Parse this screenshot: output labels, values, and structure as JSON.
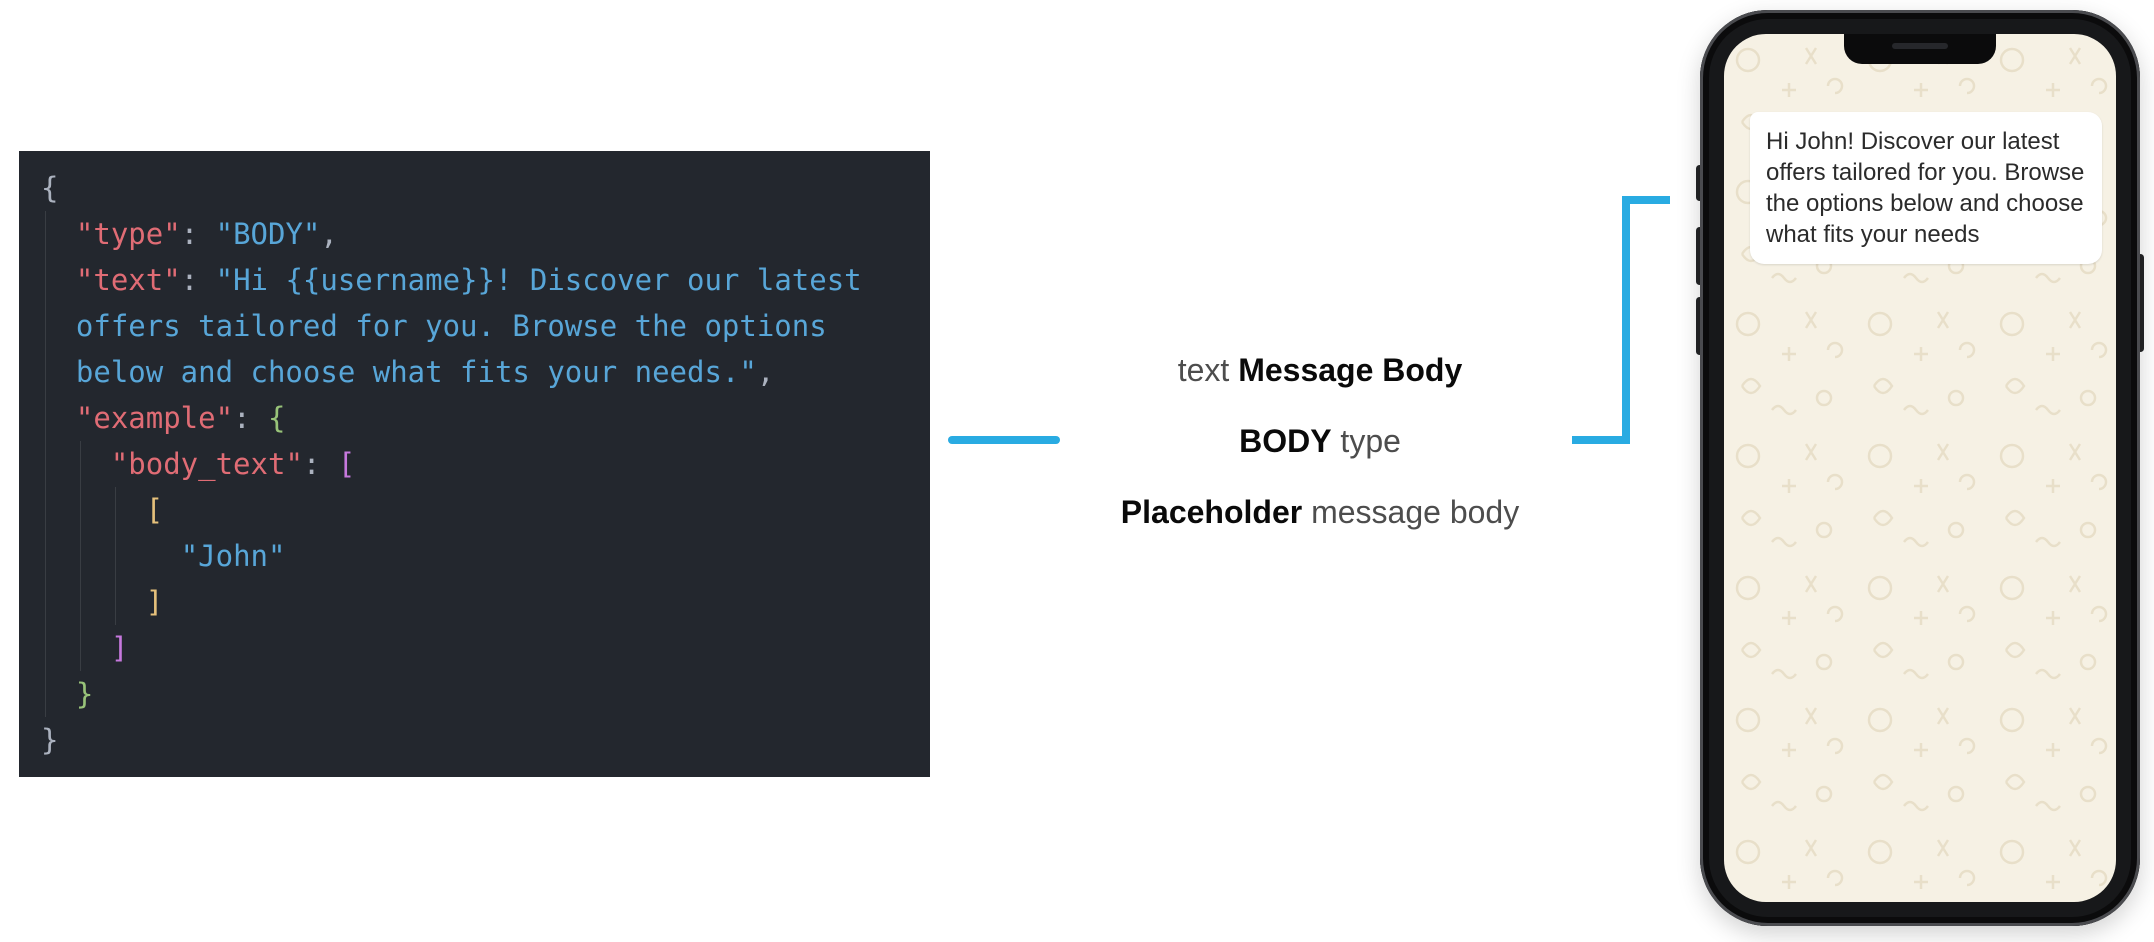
{
  "colors": {
    "accent_blue": "#29ABE2",
    "code_background": "#23272E",
    "code_key": "#E06C75",
    "code_string": "#58A6D8",
    "code_punctuation": "#ABB2BF",
    "bracket_green": "#98C379",
    "bracket_purple": "#C678DD",
    "bracket_gold": "#E5C07B",
    "chat_wallpaper": "#F6F1E4",
    "bubble_background": "#FFFFFF"
  },
  "code_panel": {
    "lines": [
      [
        {
          "t": "{",
          "c": "b1"
        }
      ],
      [
        {
          "t": "  ",
          "c": "punct"
        },
        {
          "t": "\"type\"",
          "c": "key"
        },
        {
          "t": ": ",
          "c": "punct"
        },
        {
          "t": "\"BODY\"",
          "c": "str"
        },
        {
          "t": ",",
          "c": "punct"
        }
      ],
      [
        {
          "t": "  ",
          "c": "punct"
        },
        {
          "t": "\"text\"",
          "c": "key"
        },
        {
          "t": ": ",
          "c": "punct"
        },
        {
          "t": "\"Hi {{username}}! Discover our latest",
          "c": "str"
        }
      ],
      [
        {
          "t": "  ",
          "c": "punct"
        },
        {
          "t": "offers tailored for you. Browse the options",
          "c": "str"
        }
      ],
      [
        {
          "t": "  ",
          "c": "punct"
        },
        {
          "t": "below and choose what fits your needs.\"",
          "c": "str"
        },
        {
          "t": ",",
          "c": "punct"
        }
      ],
      [
        {
          "t": "  ",
          "c": "punct"
        },
        {
          "t": "\"example\"",
          "c": "key"
        },
        {
          "t": ": ",
          "c": "punct"
        },
        {
          "t": "{",
          "c": "b2"
        }
      ],
      [
        {
          "t": "    ",
          "c": "punct"
        },
        {
          "t": "\"body_text\"",
          "c": "key"
        },
        {
          "t": ": ",
          "c": "punct"
        },
        {
          "t": "[",
          "c": "b3"
        }
      ],
      [
        {
          "t": "      ",
          "c": "punct"
        },
        {
          "t": "[",
          "c": "b4"
        }
      ],
      [
        {
          "t": "        ",
          "c": "punct"
        },
        {
          "t": "\"John\"",
          "c": "str"
        }
      ],
      [
        {
          "t": "      ",
          "c": "punct"
        },
        {
          "t": "]",
          "c": "b4"
        }
      ],
      [
        {
          "t": "    ",
          "c": "punct"
        },
        {
          "t": "]",
          "c": "b3"
        }
      ],
      [
        {
          "t": "  ",
          "c": "punct"
        },
        {
          "t": "}",
          "c": "b2"
        }
      ],
      [
        {
          "t": "}",
          "c": "b1"
        }
      ]
    ]
  },
  "annotations": {
    "lines": [
      {
        "parts": [
          {
            "t": "text ",
            "b": false
          },
          {
            "t": "Message Body",
            "b": true
          }
        ]
      },
      {
        "parts": [
          {
            "t": "BODY",
            "b": true
          },
          {
            "t": " type",
            "b": false
          }
        ]
      },
      {
        "parts": [
          {
            "t": "Placeholder",
            "b": true
          },
          {
            "t": " message body",
            "b": false
          }
        ]
      }
    ]
  },
  "phone": {
    "message_bubble": {
      "text": "Hi John! Discover our latest offers tailored for you. Browse the options below and choose what fits your needs"
    }
  }
}
